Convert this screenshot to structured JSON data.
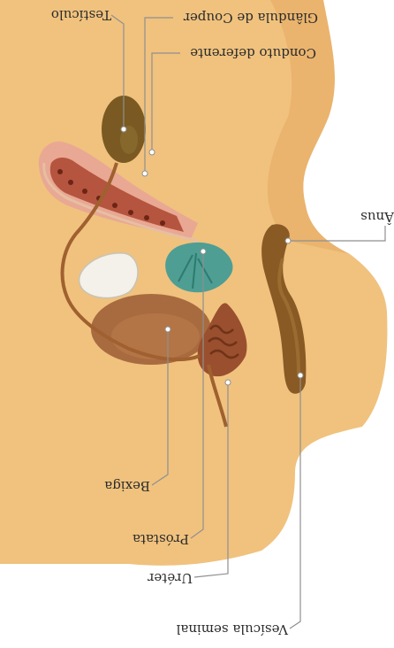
{
  "labels": {
    "testiculo": "Testículo",
    "glandula_couper": "Glândula de Couper",
    "conduto_deferente": "Conduto deferente",
    "anus": "Ânus",
    "bexiga": "Bexiga",
    "prostata": "Próstata",
    "ureter": "Uréter",
    "vesicula_seminal": "Vesícula seminal"
  },
  "orientation": "rotated-180",
  "colors": {
    "body": "#f0c27e",
    "body_dark": "#e8b06a",
    "tissue_pink": "#e9a893",
    "erectile": "#b5553f",
    "bladder": "#a86b3f",
    "prostate_green": "#4e9e94",
    "testis": "#7a5a22",
    "rectum": "#8a5a25",
    "duct": "#a0602f",
    "leader": "#8f8f8f"
  }
}
